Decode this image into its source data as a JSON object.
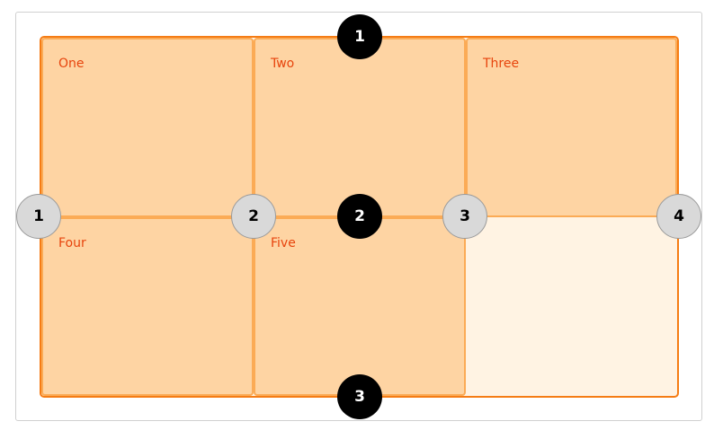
{
  "items": [
    {
      "label": "One"
    },
    {
      "label": "Two"
    },
    {
      "label": "Three"
    },
    {
      "label": "Four"
    },
    {
      "label": "Five"
    }
  ],
  "row_lines": [
    "1",
    "2",
    "3"
  ],
  "column_lines": [
    "1",
    "2",
    "3",
    "4"
  ],
  "colors": {
    "container_border": "#f57c14",
    "container_background": "#fff3e3",
    "item_background": "#fed4a3",
    "item_border": "#fbab56",
    "label_text": "#e7440d",
    "row_marker": "#000000",
    "column_marker": "#d9d9d9"
  }
}
